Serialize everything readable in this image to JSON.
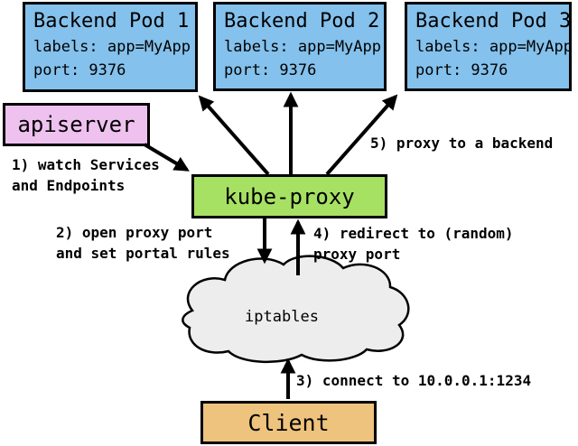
{
  "colors": {
    "background": "#FFFFFF",
    "border": "#000000",
    "pod_fill": "#84C1EC",
    "apiserver_fill": "#EEC1EF",
    "kube_proxy_fill": "#A7E163",
    "client_fill": "#EEC37E",
    "cloud_fill": "#EDEDED",
    "arrow": "#000000"
  },
  "pods": [
    {
      "title": "Backend Pod 1",
      "labels_line": "labels: app=MyApp",
      "port_line": "port: 9376"
    },
    {
      "title": "Backend Pod 2",
      "labels_line": "labels: app=MyApp",
      "port_line": "port: 9376"
    },
    {
      "title": "Backend Pod 3",
      "labels_line": "labels: app=MyApp",
      "port_line": "port: 9376"
    }
  ],
  "nodes": {
    "apiserver": "apiserver",
    "kube_proxy": "kube-proxy",
    "iptables": "iptables",
    "client": "Client"
  },
  "annotations": {
    "step1": "1) watch Services\nand Endpoints",
    "step2": "2) open proxy port\nand set portal rules",
    "step3": "3) connect to 10.0.0.1:1234",
    "step4": "4) redirect to (random)\nproxy port",
    "step5": "5) proxy to a backend"
  }
}
